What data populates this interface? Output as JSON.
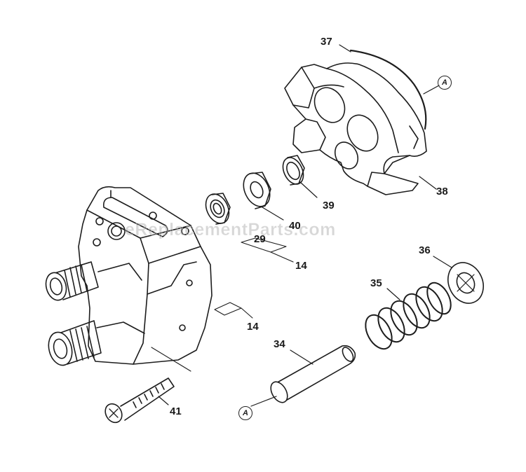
{
  "diagram": {
    "callouts": {
      "c37": "37",
      "c38": "38",
      "c39": "39",
      "c40": "40",
      "c29": "29",
      "c14a": "14",
      "c14b": "14",
      "c36": "36",
      "c35": "35",
      "c34": "34",
      "c41": "41"
    },
    "reference_markers": {
      "top": "A",
      "bottom": "A"
    },
    "watermark": "eReplacementParts.com"
  }
}
